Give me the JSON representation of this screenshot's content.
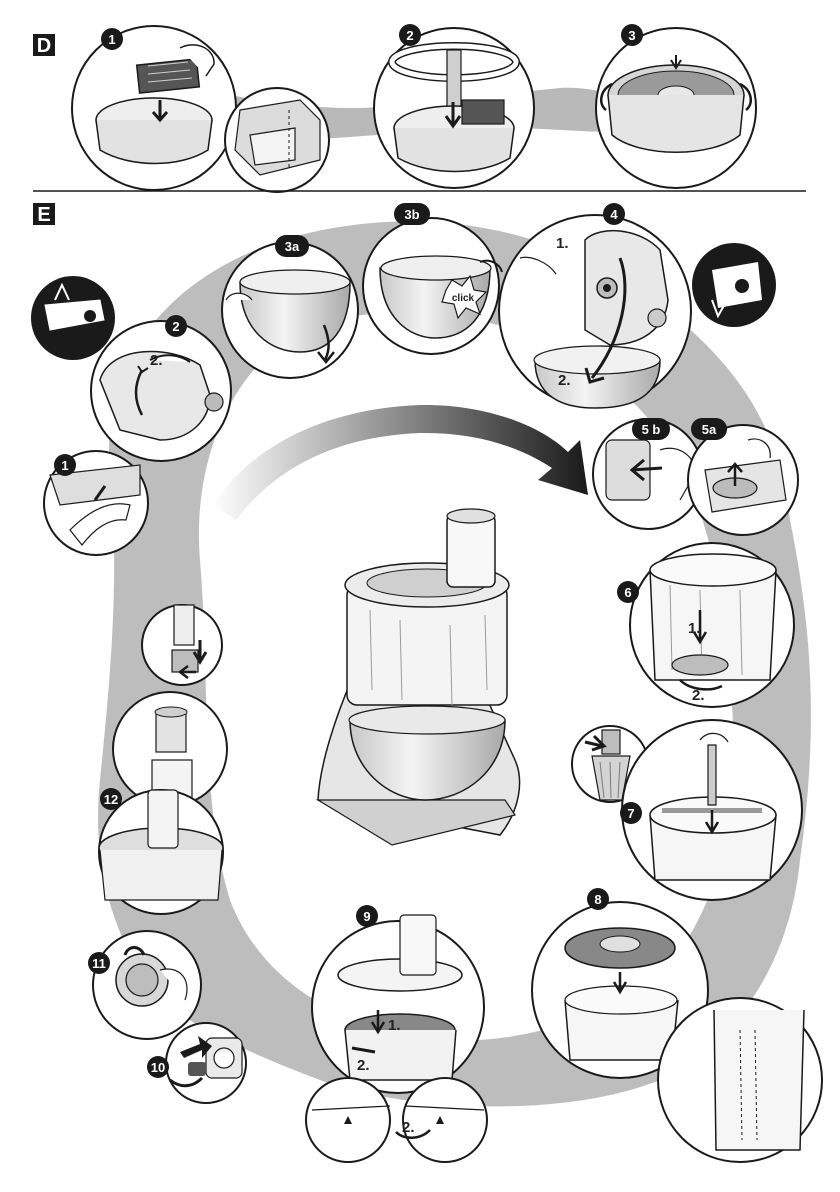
{
  "sections": {
    "d": {
      "letter": "D",
      "steps": [
        "1",
        "2",
        "3"
      ]
    },
    "e": {
      "letter": "E",
      "steps": [
        "1",
        "2",
        "3a",
        "3b",
        "4",
        "5 b",
        "5a",
        "6",
        "7",
        "8",
        "9",
        "10",
        "11",
        "12"
      ]
    }
  },
  "labels": {
    "one": "1.",
    "two": "2.",
    "click": "click"
  },
  "colors": {
    "ink": "#1a1a1a",
    "shadow_band": "#b9b9b9",
    "steel": "#d9d9d9",
    "paper": "#ffffff"
  }
}
